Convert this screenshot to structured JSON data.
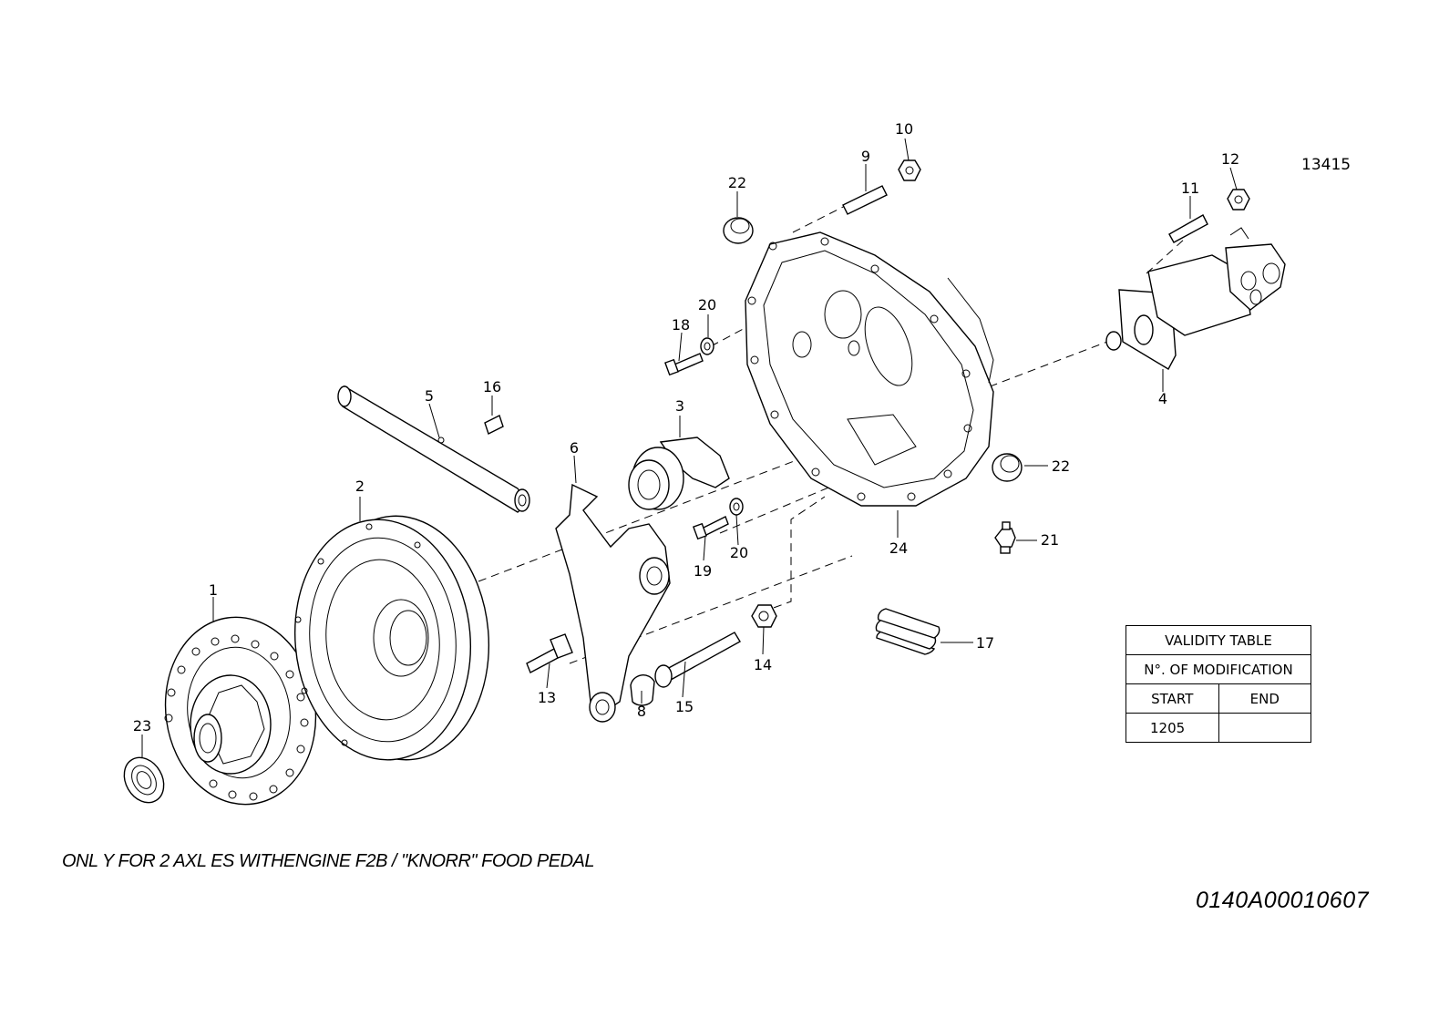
{
  "drawing_id": "13415",
  "footnote": "ONL Y FOR 2 AXL ES WITHENGINE F2B / \"KNORR\" FOOD PEDAL",
  "document_code": "0140A00010607",
  "validity_table": {
    "title": "VALIDITY TABLE",
    "subtitle": "N°. OF MODIFICATION",
    "col_start": "START",
    "col_end": "END",
    "start_value": "1205",
    "end_value": ""
  },
  "callouts": {
    "c1": "1",
    "c2": "2",
    "c3": "3",
    "c4": "4",
    "c5": "5",
    "c6": "6",
    "c8": "8",
    "c9": "9",
    "c10": "10",
    "c11": "11",
    "c12": "12",
    "c13": "13",
    "c14": "14",
    "c15": "15",
    "c16": "16",
    "c17": "17",
    "c18": "18",
    "c19": "19",
    "c20a": "20",
    "c20b": "20",
    "c21": "21",
    "c22a": "22",
    "c22b": "22",
    "c23": "23",
    "c24": "24"
  }
}
